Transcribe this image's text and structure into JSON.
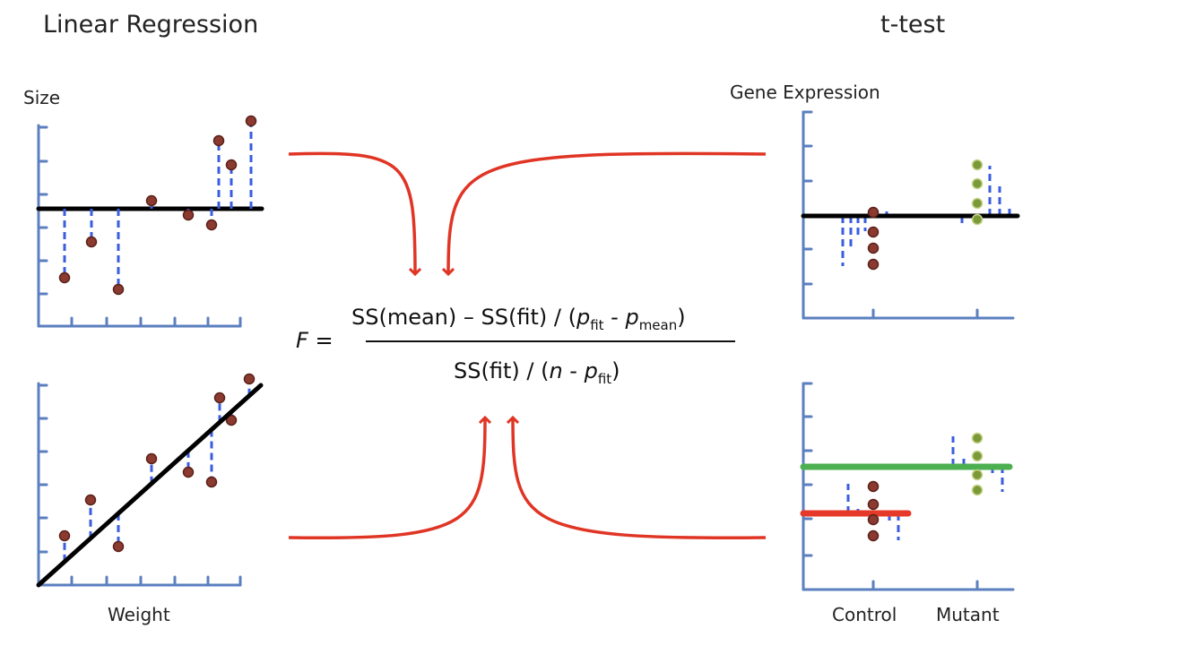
{
  "headings": {
    "left": "Linear Regression",
    "right": "t-test"
  },
  "axis_labels": {
    "size": "Size",
    "weight": "Weight",
    "gene_expression": "Gene Expression",
    "control": "Control",
    "mutant": "Mutant"
  },
  "formula": {
    "lhs": "F",
    "equals": " = ",
    "numerator_ss": "SS(mean) – SS(fit) / (",
    "p_fit": "p",
    "p_fit_sub": "fit",
    "minus": " - ",
    "p_mean": "p",
    "p_mean_sub": "mean",
    "close": ")",
    "denominator_ss": "SS(fit) / (",
    "n": "n",
    "den_minus": " - ",
    "den_p": "p",
    "den_p_sub": "fit",
    "den_close": ")"
  },
  "colors": {
    "axis": "#5b7fbf",
    "point_red": "#8b3a30",
    "point_green": "#7a9a3a",
    "residual": "#3a5de0",
    "fit_line": "#000000",
    "arrow": "#e03525",
    "mean_green": "#4caf50",
    "mean_red": "#e53a2a"
  }
}
